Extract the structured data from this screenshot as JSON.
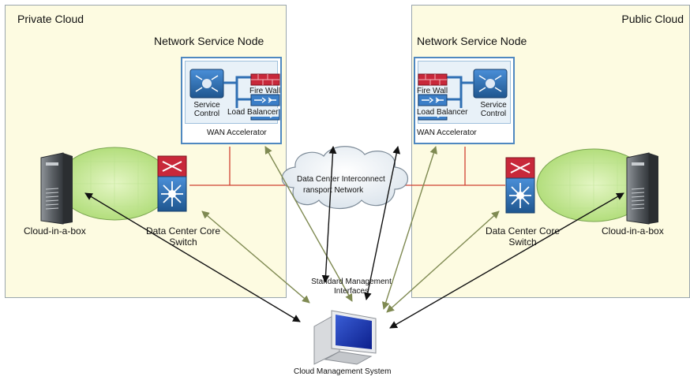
{
  "private_cloud": {
    "title": "Private Cloud",
    "node_title": "Network Service Node",
    "service_control": "Service Control",
    "firewall": "Fire Wall",
    "load_balancer": "Load Balancer",
    "wan_accelerator": "WAN Accelerator",
    "core_switch": "Data Center Core Switch",
    "cloud_box": "Cloud-in-a-box"
  },
  "public_cloud": {
    "title": "Public Cloud",
    "node_title": "Network Service Node",
    "service_control": "Service Control",
    "firewall": "Fire Wall",
    "load_balancer": "Load Balancer",
    "wan_accelerator": "WAN Accelerator",
    "core_switch": "Data Center Core Switch",
    "cloud_box": "Cloud-in-a-box"
  },
  "interconnect": {
    "line1": "Data Center Interconnect",
    "line2": "ransport Network"
  },
  "management": {
    "interfaces": "Standard Management Interfaces",
    "system": "Cloud Management System"
  },
  "colors": {
    "panel_fill": "#fdfbe1",
    "panel_border": "#9aa6ad",
    "link_red": "#d04030",
    "arrow_black": "#111111",
    "arrow_olive": "#7f8a52",
    "cloud_green": "#c8e896",
    "device_blue": "#2f6fb3",
    "firewall_red": "#c8283a"
  },
  "icons": [
    "server-icon",
    "core-switch-icon",
    "router-icon",
    "firewall-icon",
    "load-balancer-icon",
    "wan-accelerator-icon",
    "computer-icon",
    "cloud-icon"
  ]
}
